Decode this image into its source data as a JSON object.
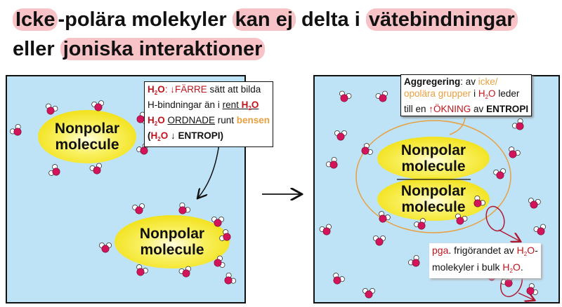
{
  "title": {
    "line1": [
      {
        "text": "Icke",
        "hl": true
      },
      {
        "text": "-polära molekyler ",
        "hl": false
      },
      {
        "text": "kan ej",
        "hl": true
      },
      {
        "text": " delta i ",
        "hl": false
      },
      {
        "text": "vätebindningar",
        "hl": true
      }
    ],
    "line2": [
      {
        "text": "eller ",
        "hl": false
      },
      {
        "text": "joniska interaktioner",
        "hl": true
      }
    ]
  },
  "molecule_label": [
    "Nonpolar",
    "molecule"
  ],
  "left_box": {
    "h2o": "H",
    "sub2": "2",
    "o": "O",
    "line1_rest_red": ": ↓FÄRRE",
    "line1_rest": " sätt att bilda",
    "line2_a": "H-bindningar än i ",
    "line2_rent": "rent",
    "line3_ordnade": "ORDNADE",
    "line3_runt": " runt ",
    "line3_bensen": "bensen",
    "line4_open": "(",
    "line4_rest": " ↓ ENTROPI)"
  },
  "right_box": {
    "aggregering": "Aggregering",
    "av": ": av ",
    "icke": "icke/",
    "opolara": "opolära grupper",
    "i": " i  ",
    "leder": " leder",
    "till": "till en ",
    "okning": "↑ÖKNING",
    "av2": " av ",
    "entropi": "ENTROPI"
  },
  "release_box": {
    "pga": "pga",
    "rest1": ". frigörandet av ",
    "dash": "-",
    "line2": "molekyler i bulk ",
    "dot": "."
  },
  "colors": {
    "water": "#bfe3f6",
    "yellow": "#f7ee3a",
    "oxygen": "#d4145a",
    "red": "#c0141c",
    "orange": "#e8a040",
    "highlight": "#f7c3c6"
  }
}
